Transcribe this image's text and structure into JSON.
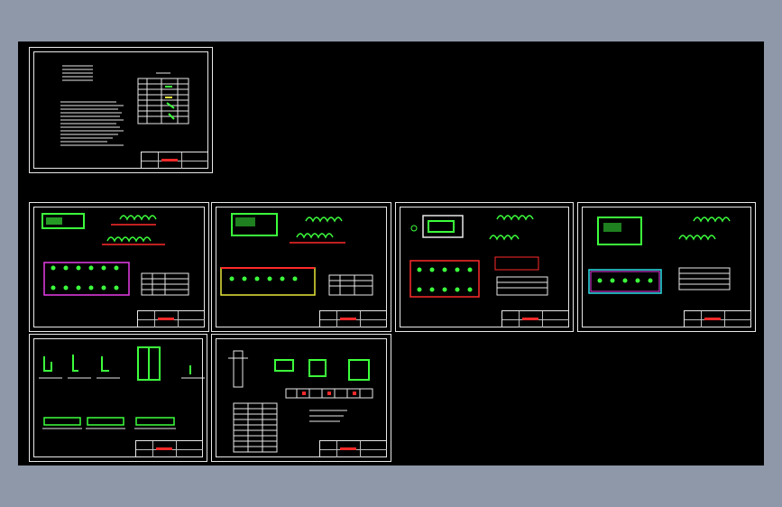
{
  "canvas": {
    "background": "#000000",
    "outer_background": "#8f98a9",
    "line_color": "#e8e8e8"
  },
  "colors": {
    "green": "#3cff3c",
    "red": "#ff2a2a",
    "white": "#e8e8e8",
    "cyan": "#2adfe8",
    "magenta": "#e83ce8",
    "yellow": "#e8e83c"
  },
  "sheets": [
    {
      "id": "cover",
      "name": "sheet-cover-notes"
    },
    {
      "id": "plan-1",
      "name": "sheet-plan-1"
    },
    {
      "id": "plan-2",
      "name": "sheet-plan-2"
    },
    {
      "id": "plan-3",
      "name": "sheet-plan-3"
    },
    {
      "id": "plan-4",
      "name": "sheet-plan-4"
    },
    {
      "id": "details",
      "name": "sheet-details"
    },
    {
      "id": "schedule",
      "name": "sheet-schedule"
    }
  ]
}
